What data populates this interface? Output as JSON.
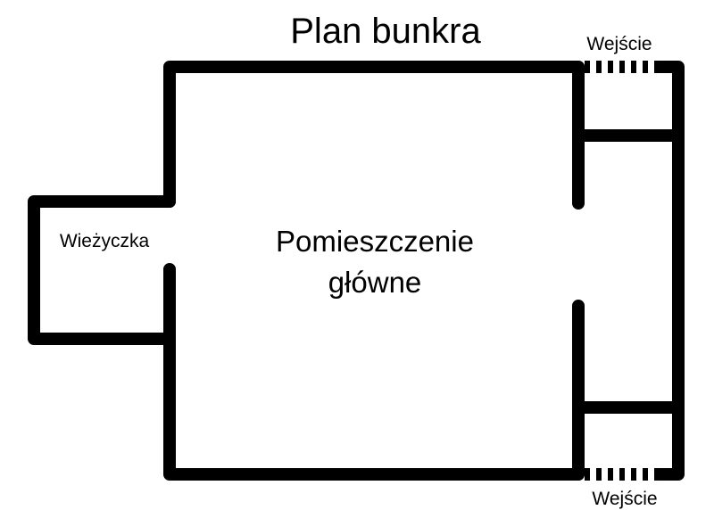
{
  "title": "Plan bunkra",
  "rooms": {
    "main": [
      "Pomieszczenie",
      "główne"
    ],
    "turret": "Wieżyczka"
  },
  "entrances": {
    "top": "Wejście",
    "bottom": "Wejście"
  },
  "colors": {
    "wall": "#000000",
    "background": "#ffffff"
  }
}
